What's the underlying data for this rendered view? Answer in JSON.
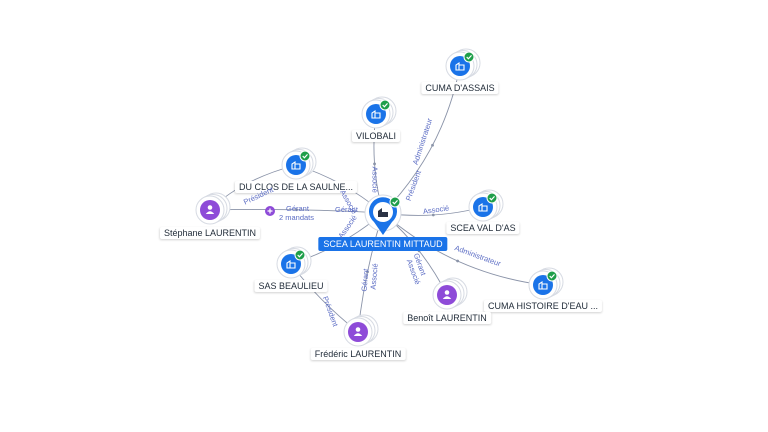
{
  "center": {
    "label": "SCEA LAURENTIN MITTAUD",
    "kind": "company"
  },
  "nodes": [
    {
      "id": "cuma-assais",
      "label": "CUMA D'ASSAIS",
      "kind": "company",
      "verified": true
    },
    {
      "id": "vilobali",
      "label": "VILOBALI",
      "kind": "company",
      "verified": true
    },
    {
      "id": "duclos",
      "label": "DU CLOS DE LA SAULNE...",
      "kind": "company",
      "verified": true
    },
    {
      "id": "scea-val",
      "label": "SCEA VAL D'AS",
      "kind": "company",
      "verified": true
    },
    {
      "id": "stephane",
      "label": "Stéphane LAURENTIN",
      "kind": "person"
    },
    {
      "id": "sas-beaulieu",
      "label": "SAS BEAULIEU",
      "kind": "company",
      "verified": true
    },
    {
      "id": "cuma-histoire",
      "label": "CUMA HISTOIRE D'EAU ...",
      "kind": "company",
      "verified": true
    },
    {
      "id": "benoit",
      "label": "Benoît LAURENTIN",
      "kind": "person"
    },
    {
      "id": "frederic",
      "label": "Frédéric LAURENTIN",
      "kind": "person"
    }
  ],
  "edge_labels": {
    "administrateur": "Administrateur",
    "associe": "Associé",
    "gerant": "Gérant",
    "president": "Président",
    "mandats": "2 mandats"
  },
  "colors": {
    "company": "#1a73e8",
    "person": "#8e4bd8",
    "verified": "#1e9e4a",
    "edge": "#8a93a8",
    "edge_label": "#5b6cc4"
  },
  "icons": {
    "company": "building-icon",
    "person": "person-icon",
    "verified": "check-badge-icon",
    "expand": "plus-icon"
  }
}
